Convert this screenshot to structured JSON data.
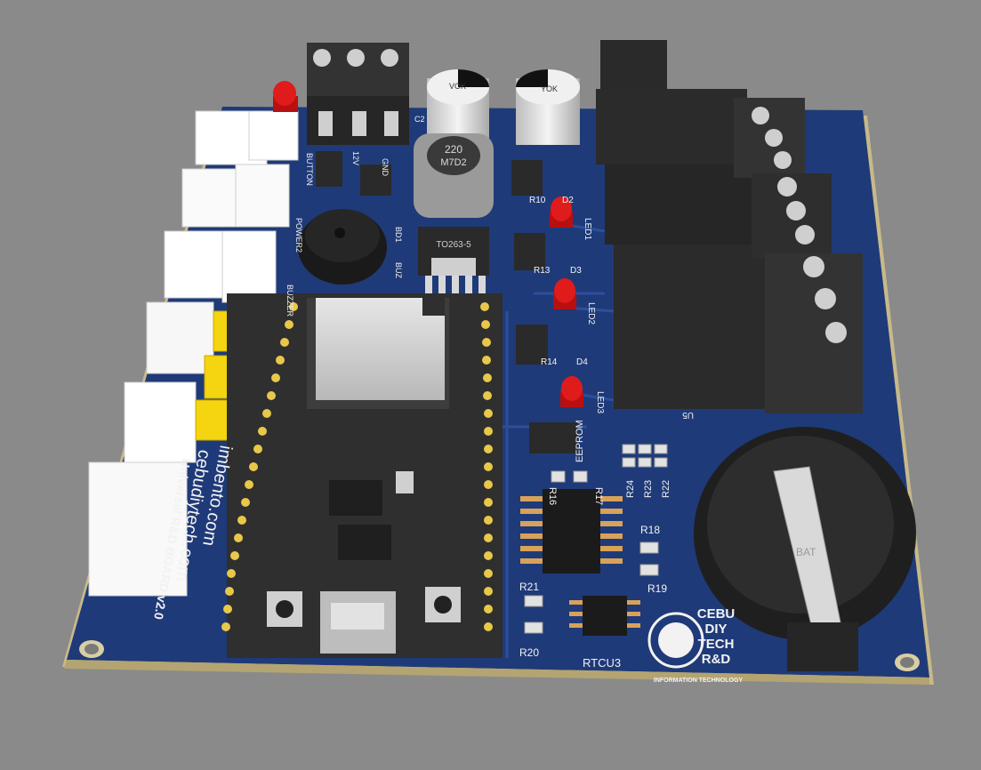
{
  "board": {
    "website_1": "imbento.com",
    "website_2": "cebudiytech.com",
    "board_name": "Universal R&D BOARD v2.0"
  },
  "logo": {
    "line1": "CEBU",
    "line2": "DIY",
    "line3": "TECH",
    "line4": "R&D",
    "tagline": "INFORMATION TECHNOLOGY"
  },
  "labels": {
    "inductor_top": "220",
    "inductor_bottom": "M7D2",
    "regulator": "TO263-5",
    "cap_left": "VOK",
    "cap_right": "YOK",
    "c2": "C2",
    "gnd": "GND",
    "v12": "12V",
    "button": "BUTTON",
    "buzzer_short": "BUZ",
    "buzzer": "BUZZER",
    "bd1": "BD1",
    "power2": "POWER2",
    "led1": "LED1",
    "led2": "LED2",
    "led3": "LED3",
    "r10": "R10",
    "d2": "D2",
    "r13": "R13",
    "d3": "D3",
    "r14": "R14",
    "d4": "D4",
    "u5": "U5",
    "eeprom": "EEPROM",
    "r16": "R16",
    "r17": "R17",
    "r24": "R24",
    "r23": "R23",
    "r22": "R22",
    "r18": "R18",
    "r19": "R19",
    "r21": "R21",
    "r20": "R20",
    "rtc": "RTCU3",
    "bat": "BAT"
  },
  "colors": {
    "background": "#8a8a8a",
    "pcb": "#1f3a78",
    "pcb_edge": "#c8b98a",
    "silkscreen": "#f2f2f2",
    "relay": "#2b2b2b",
    "terminal": "#333333",
    "led": "#e01b1b",
    "jumper": "#f5d410",
    "connector": "#ffffff"
  }
}
